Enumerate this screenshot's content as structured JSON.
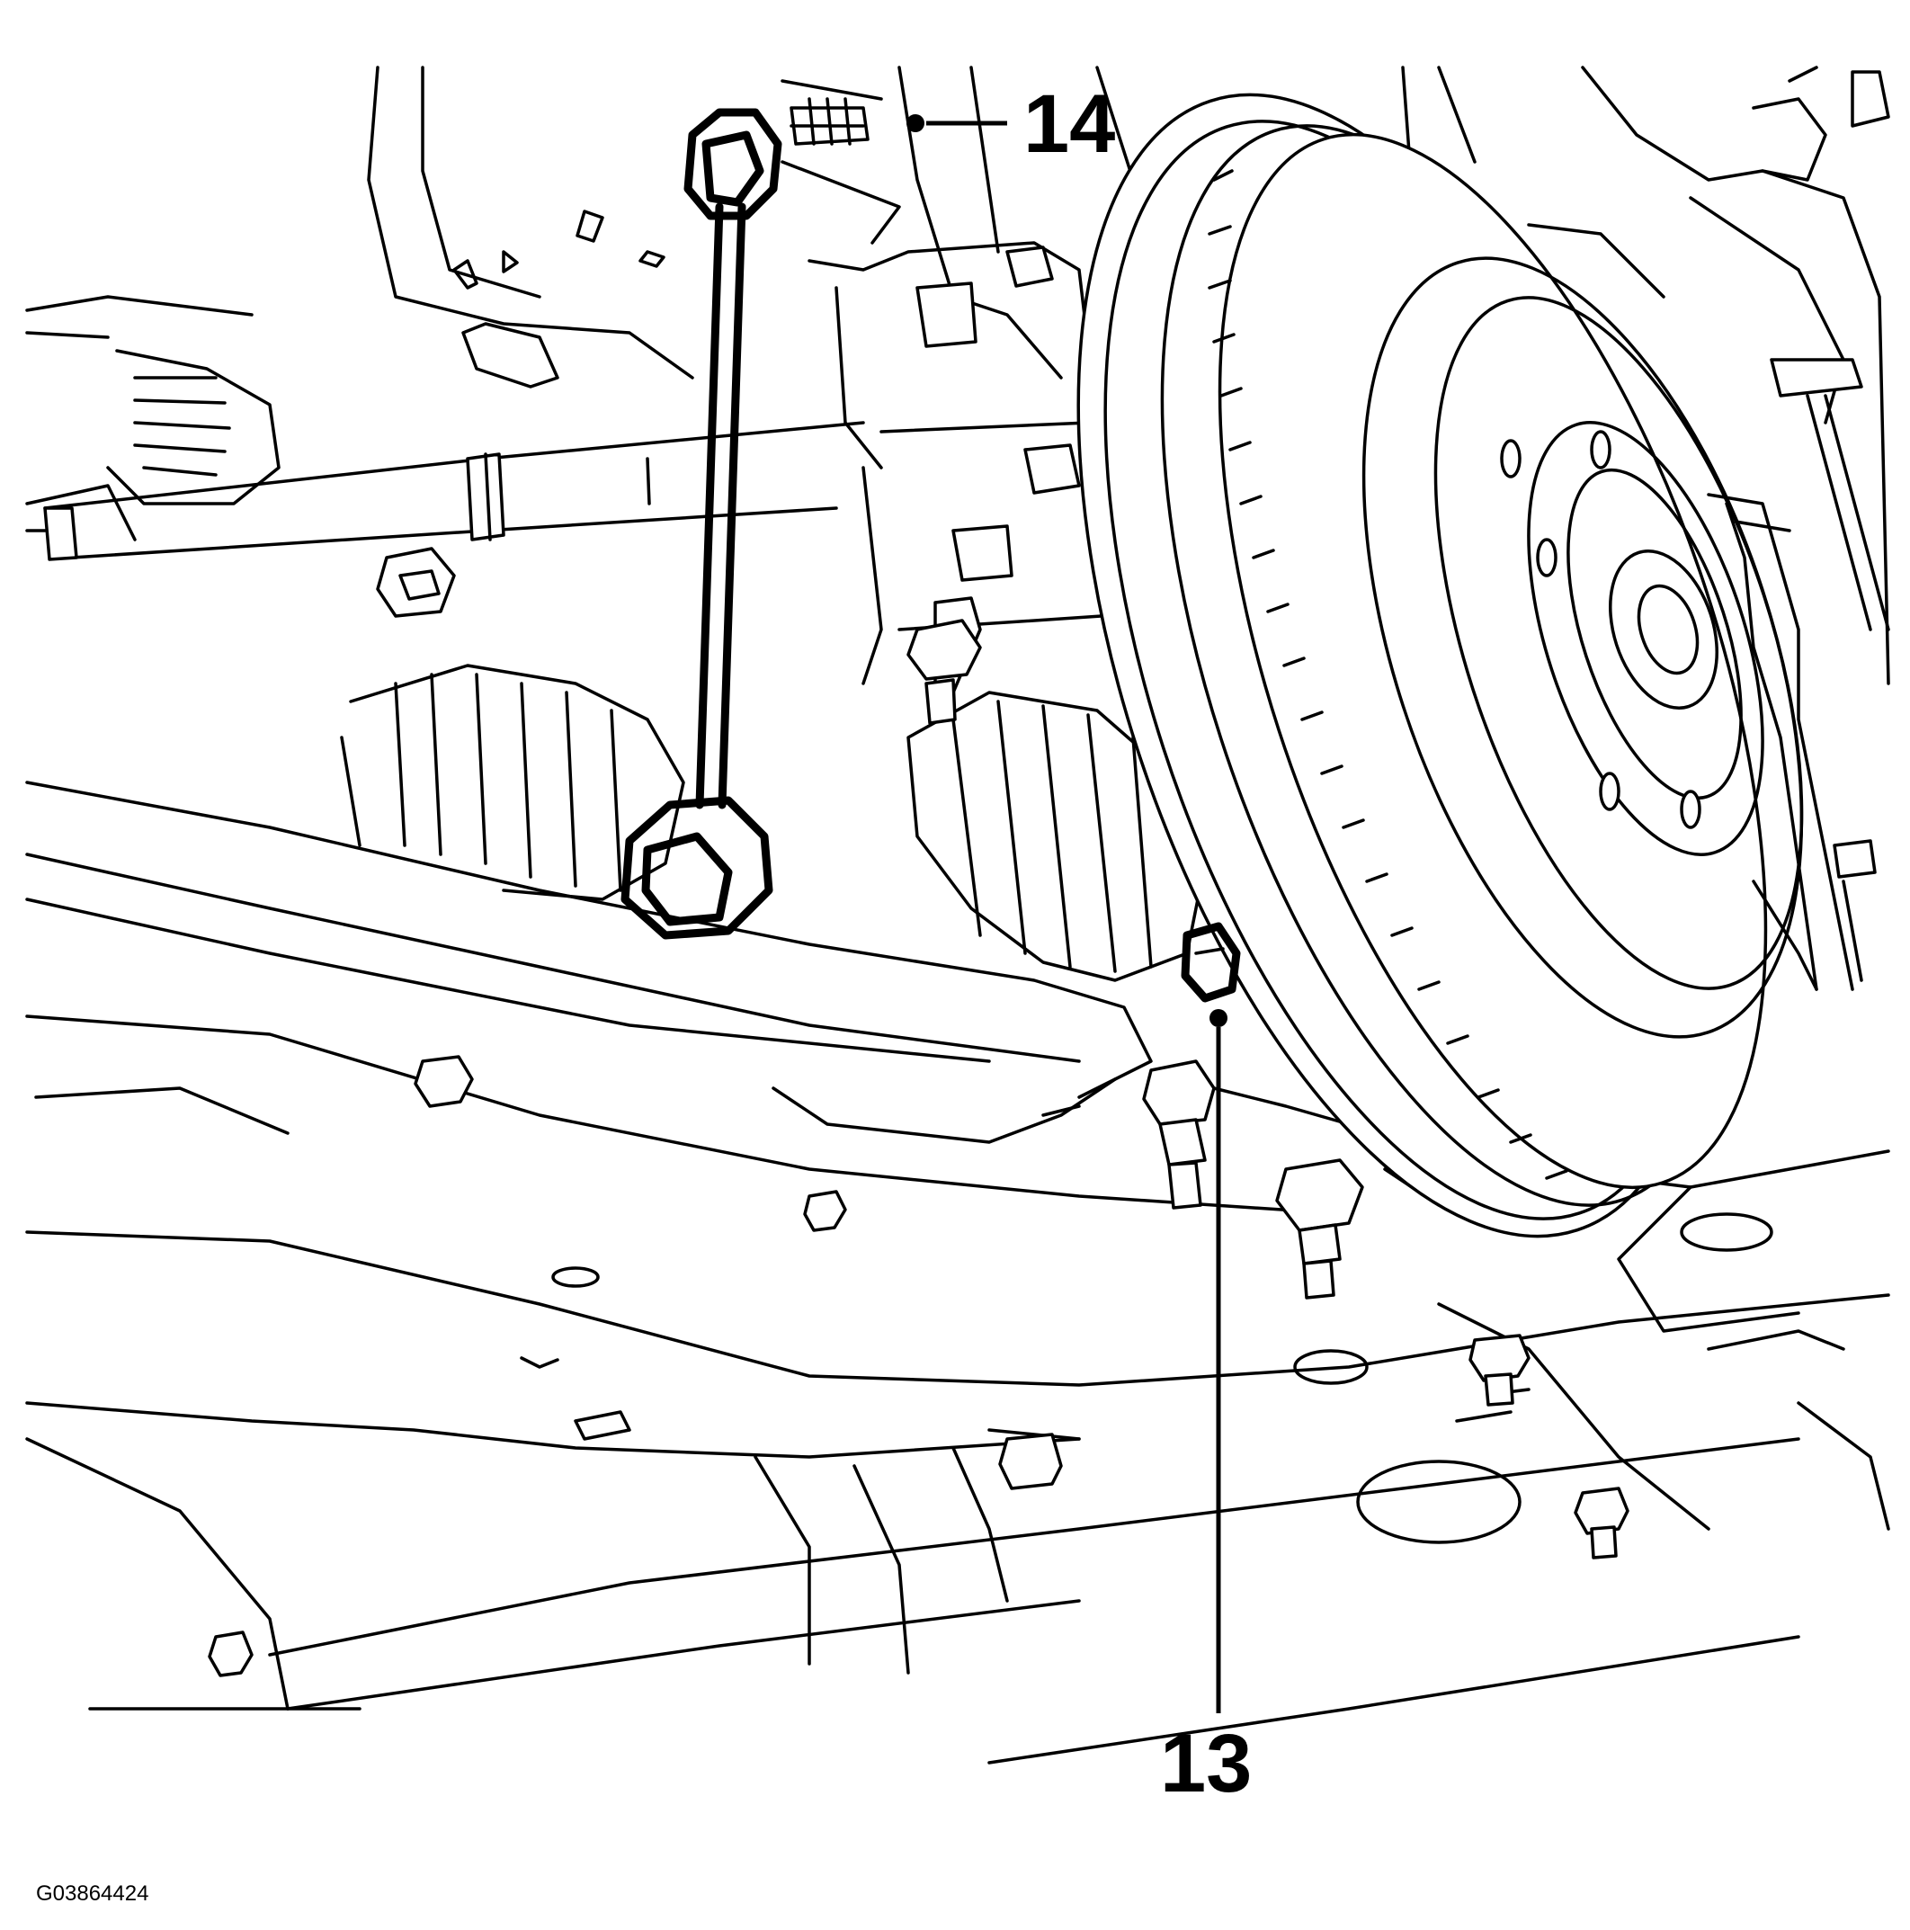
{
  "callouts": [
    {
      "id": "14",
      "label": "14"
    },
    {
      "id": "13",
      "label": "13"
    }
  ],
  "figure_id": "G03864424",
  "colors": {
    "line": "#000000",
    "background": "#ffffff"
  }
}
